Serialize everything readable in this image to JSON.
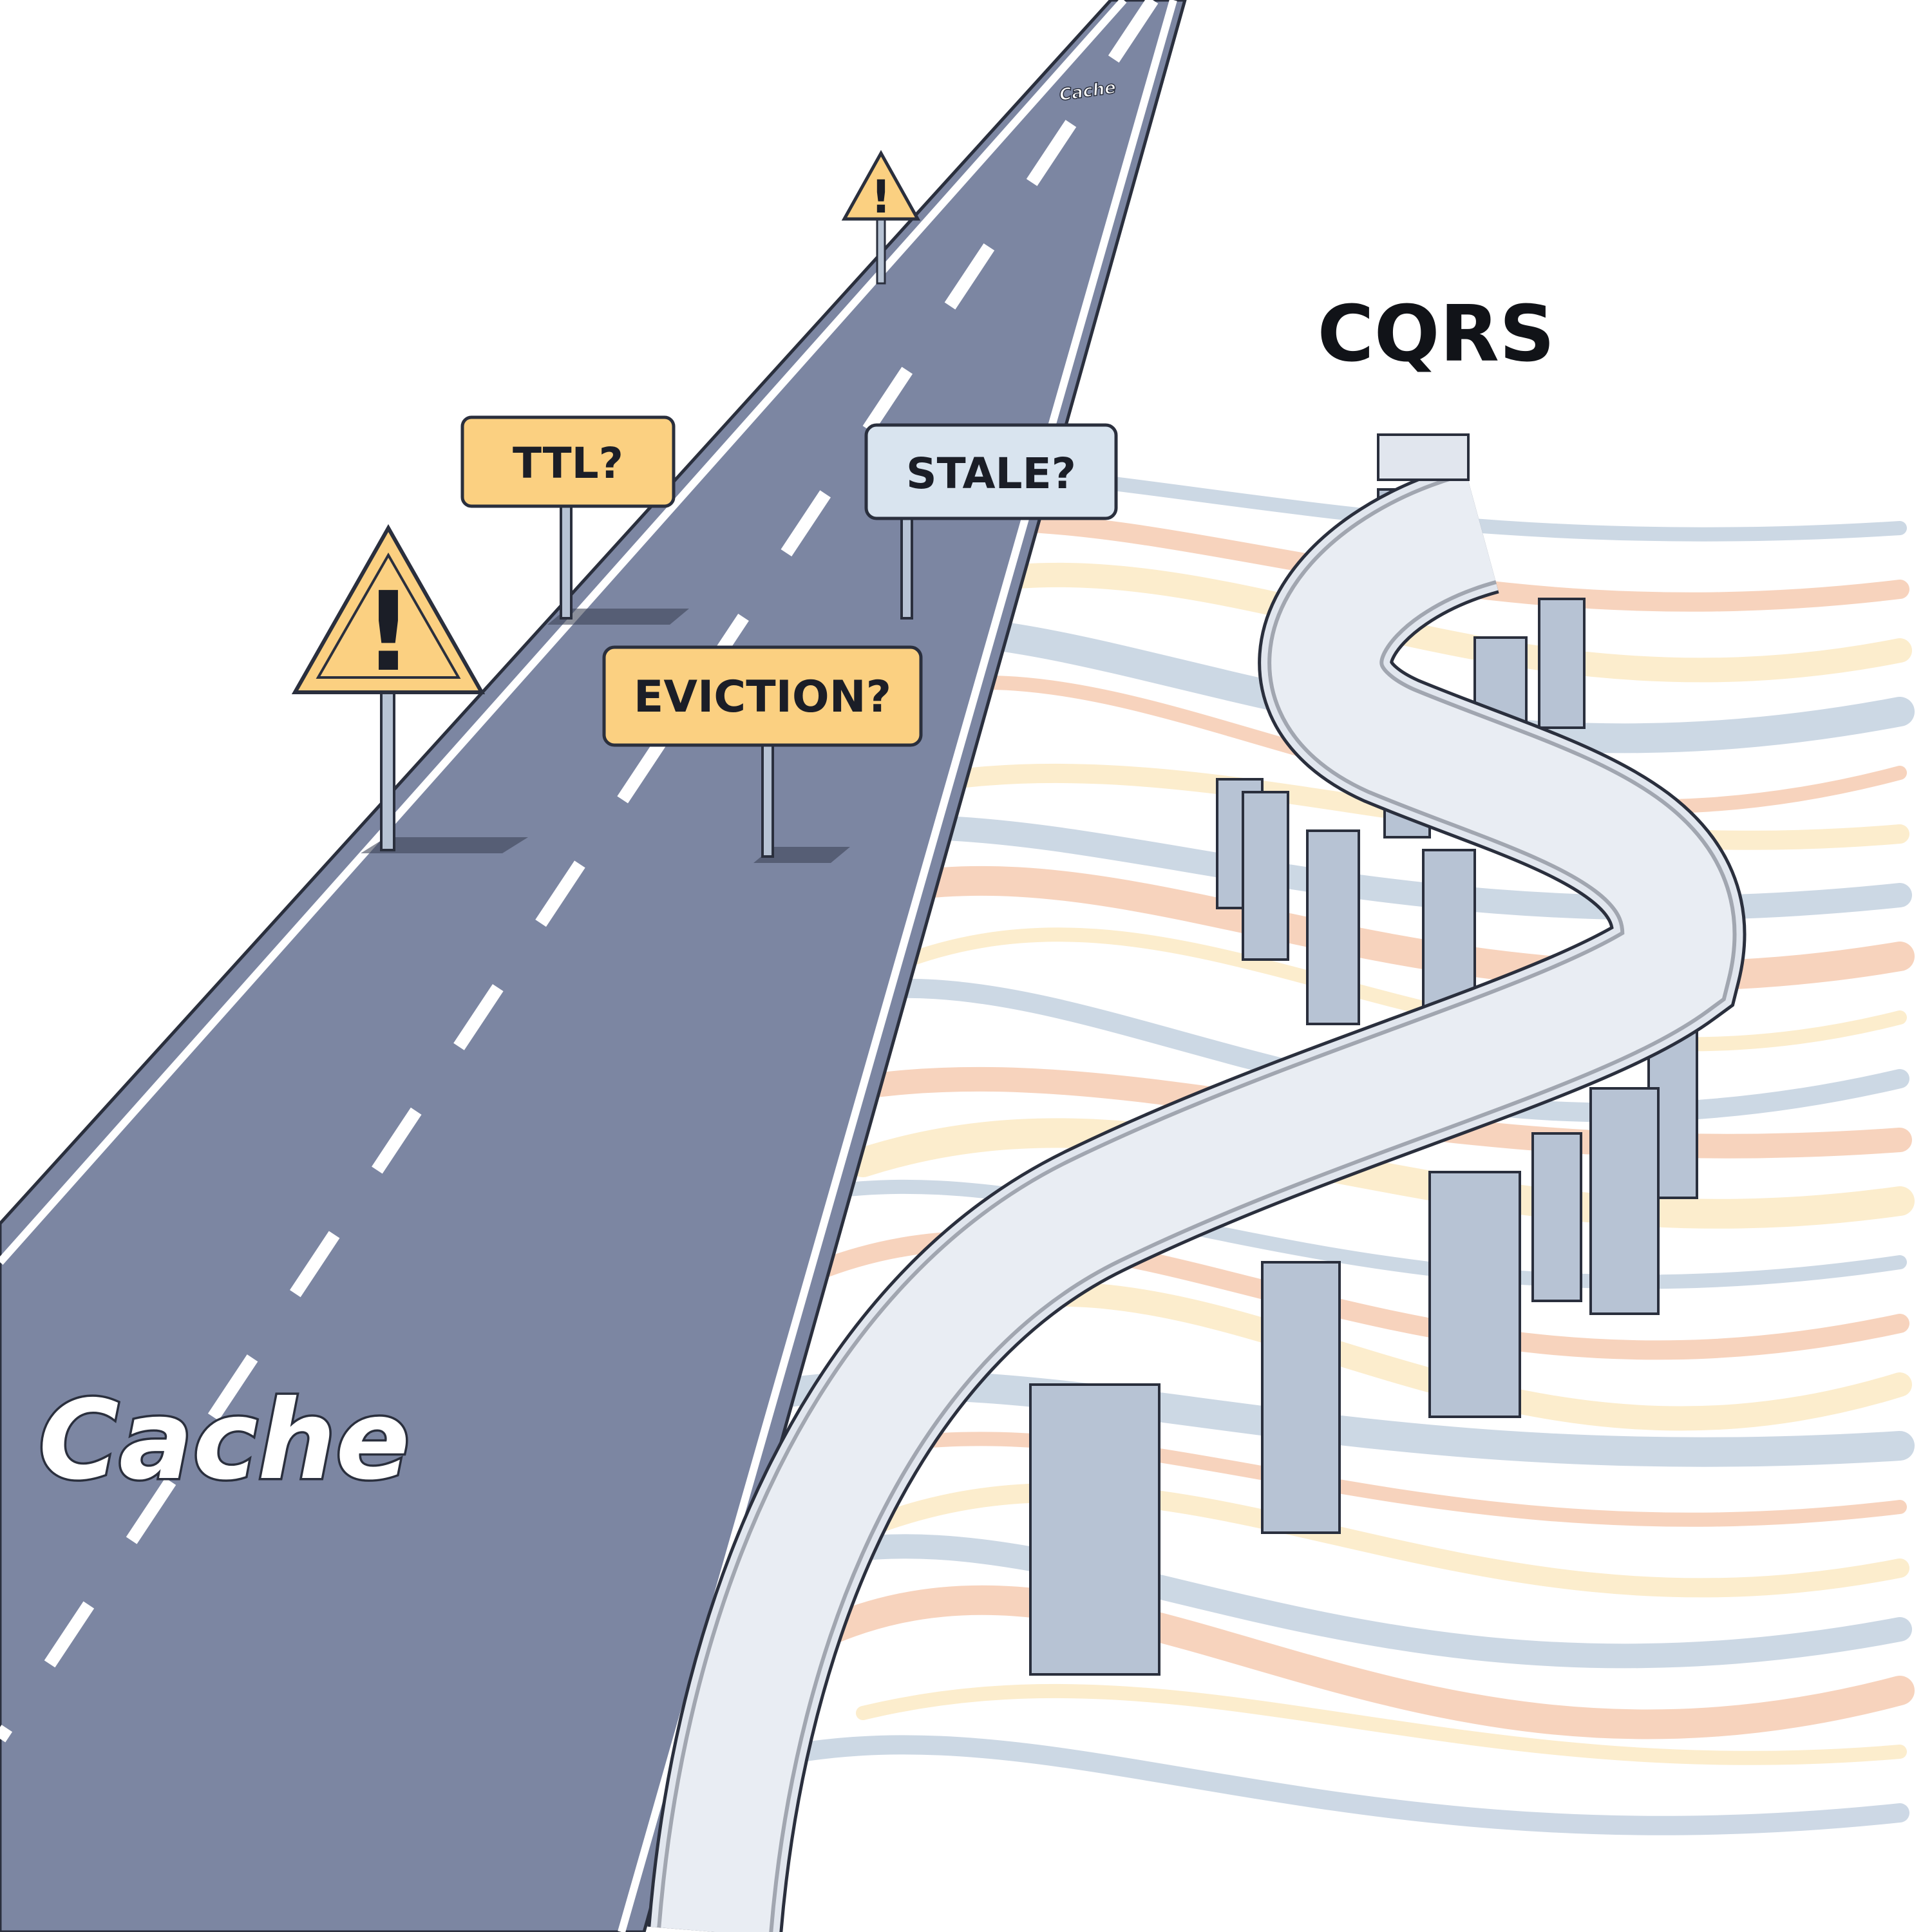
{
  "labels": {
    "road_title": "Cache",
    "road_marking": "Cache",
    "bridge_title": "CQRS"
  },
  "signs": {
    "ttl": "TTL?",
    "stale": "STALE?",
    "eviction": "EVICTION?",
    "warning_glyph": "!"
  },
  "icons": {
    "warning": "warning-triangle-icon"
  },
  "colors": {
    "road": "#7c86a2",
    "road_line": "#ffffff",
    "sign_amber": "#fbd081",
    "sign_blue": "#d9e4ef",
    "warning_fill": "#fbd081",
    "bridge_deck": "#e1e6ee",
    "bridge_pillar": "#b7c3d4",
    "outline": "#2a2f3d",
    "stream_blue": "#bccbdc",
    "stream_orange": "#f5c5a8",
    "stream_yellow": "#fbe7bd"
  }
}
